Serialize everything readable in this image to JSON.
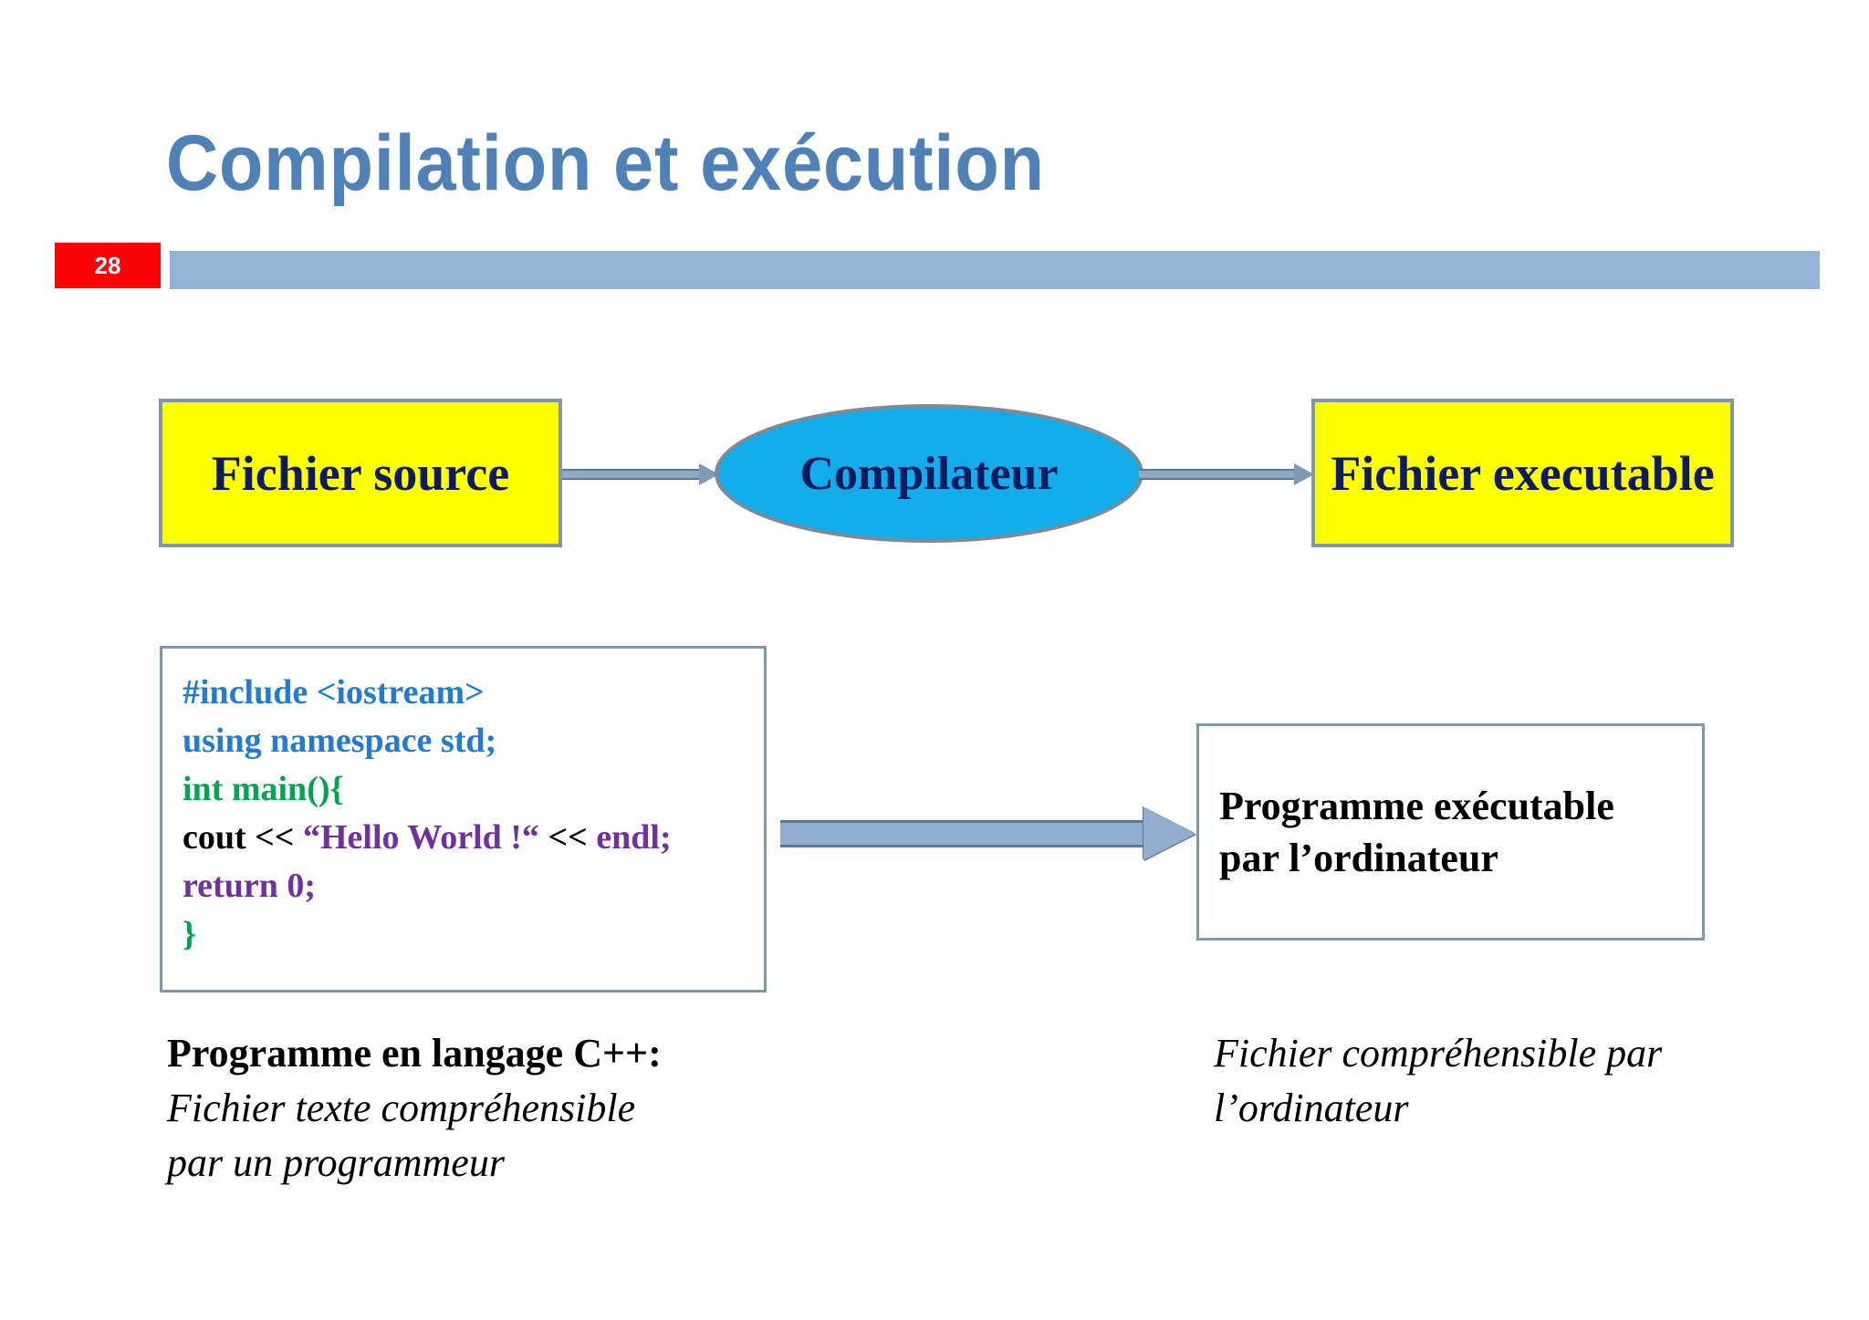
{
  "slide": {
    "title": "Compilation et exécution",
    "slide_number": "28",
    "accent_color": "#4E81B8",
    "bar_color": "#92B3D1",
    "badge_color": "#FB0407"
  },
  "flow": {
    "source_box": {
      "label": "Fichier source",
      "fill": "#FFFF00",
      "border": "#7F97AD",
      "text_color": "#0C1B5E"
    },
    "compiler_ellipse": {
      "label": "Compilateur",
      "fill": "#11ACE9",
      "border": "#808A92",
      "text_color": "#0C1B5E"
    },
    "executable_box": {
      "label": "Fichier executable",
      "fill": "#FFFF00",
      "border": "#7F97AD",
      "text_color": "#0C1B5E"
    },
    "arrow_color": "#8FA9C2",
    "arrow_outline": "#5C7894"
  },
  "code": {
    "lines": [
      [
        {
          "text": "#include <iostream>",
          "color": "#1F7CD4"
        }
      ],
      [
        {
          "text": "using namespace std;",
          "color": "#1F7CD4"
        }
      ],
      [
        {
          "text": "int main(){",
          "color": "#00A550"
        }
      ],
      [
        {
          "text": "cout << ",
          "color": "#000000"
        },
        {
          "text": "“Hello World !“",
          "color": "#7030A0"
        },
        {
          "text": " << ",
          "color": "#000000"
        },
        {
          "text": "endl;",
          "color": "#7030A0"
        }
      ],
      [
        {
          "text": "return 0;",
          "color": "#7030A0"
        }
      ],
      [
        {
          "text": "}",
          "color": "#00A550"
        }
      ]
    ]
  },
  "output_box": {
    "line1": "Programme exécutable",
    "line2": "par l’ordinateur"
  },
  "captions": {
    "left": {
      "bold": "Programme en langage C++:",
      "italic_line1": "Fichier texte compréhensible",
      "italic_line2": "par un programmeur"
    },
    "right": {
      "italic_line1": "Fichier compréhensible par",
      "italic_line2": "l’ordinateur"
    }
  },
  "big_arrow": {
    "fill": "#92AECE",
    "outline": "#5C7894"
  }
}
